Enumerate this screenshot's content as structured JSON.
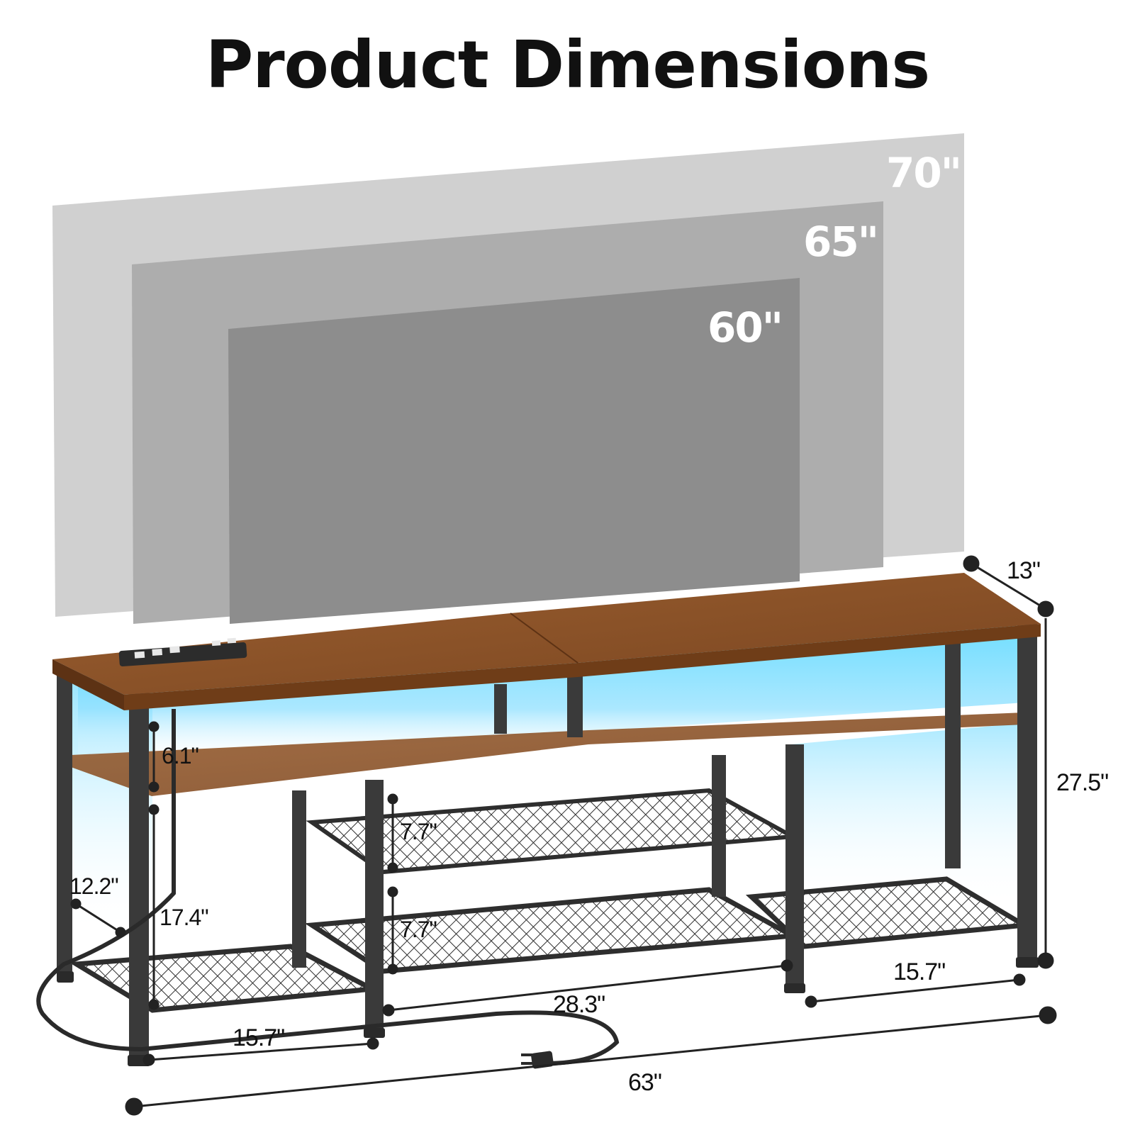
{
  "title": "Product Dimensions",
  "tv_sizes": {
    "large": "70\"",
    "medium": "65\"",
    "small": "60\""
  },
  "dimensions": {
    "depth": "13\"",
    "total_height": "27.5\"",
    "top_shelf_gap": "6.1\"",
    "side_depth": "12.2\"",
    "side_height": "17.4\"",
    "middle_upper_gap": "7.7\"",
    "middle_lower_gap": "7.7\"",
    "left_width": "15.7\"",
    "middle_width": "28.3\"",
    "right_width": "15.7\"",
    "total_width": "63\""
  },
  "colors": {
    "tv_70": "#d0d0d0",
    "tv_65": "#adadad",
    "tv_60": "#8d8d8d",
    "wood": "#8a5228",
    "led": "#48c8ff",
    "frame": "#3a3a3a"
  }
}
